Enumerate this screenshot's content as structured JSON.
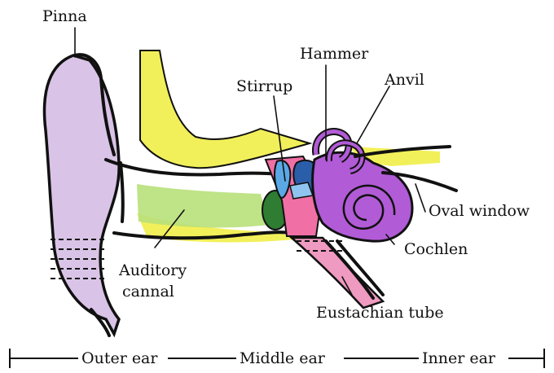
{
  "labels": {
    "pinna": "Pinna",
    "hammer": "Hammer",
    "stirrup": "Stirrup",
    "anvil": "Anvil",
    "oval_window": "Oval window",
    "cochlea": "Cochlen",
    "auditory_line1": "Auditory",
    "auditory_line2": "cannal",
    "eustachian_tube": "Eustachian tube"
  },
  "sections": {
    "outer": "Outer ear",
    "middle": "Middle ear",
    "inner": "Inner ear"
  },
  "colors": {
    "pinna": "#d9c3e6",
    "canal": "#b8e07a",
    "bone": "#f2f05a",
    "eardrum": "#2e7d32",
    "middle_pink": "#f06fa5",
    "ossicle_blue": "#5aa9e6",
    "cochlea": "#b15bd6",
    "tube": "#ef9ac0"
  }
}
